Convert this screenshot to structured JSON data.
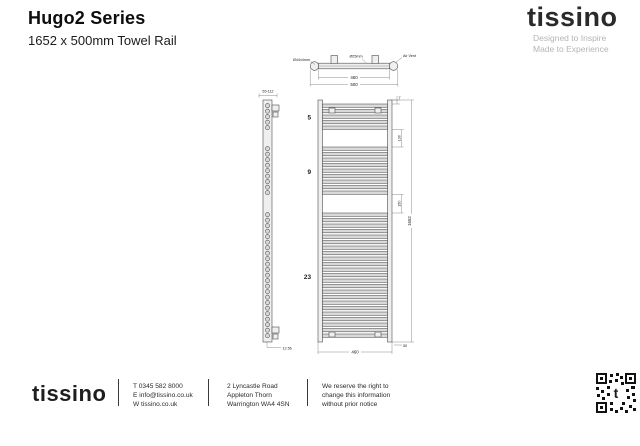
{
  "header": {
    "title": "Hugo2 Series",
    "subtitle": "1652 x 500mm Towel Rail"
  },
  "brand": {
    "logo": "tissino",
    "tagline_line1": "Designed to Inspire",
    "tagline_line2": "Made to Experience"
  },
  "drawing": {
    "tube_groups": [
      5,
      9,
      23
    ],
    "top_view": {
      "callout_left": "Ø44x4mm",
      "callout_center": "Ø25mm",
      "callout_right": "Air Vent",
      "dim_inner_width": "460",
      "dim_overall_width": "500"
    },
    "front_view": {
      "tube_count_top": "5",
      "tube_count_middle": "9",
      "tube_count_bottom": "23",
      "dim_top_offset": "7",
      "dim_gap_upper": "130",
      "dim_gap_lower": "150",
      "dim_overall_height": "1652",
      "dim_bottom_width": "460",
      "dim_bracket_offset": "50"
    },
    "side_view": {
      "dim_wall_distance": "55-112",
      "dim_bottom_detail": "12.56"
    }
  },
  "footer": {
    "logo": "tissino",
    "contact": {
      "phone": "T 0345 582 8000",
      "email": "E info@tissino.co.uk",
      "web": "W tissino.co.uk"
    },
    "address": {
      "line1": "2 Lyncastle Road",
      "line2": "Appleton Thorn",
      "line3": "Warrington WA4 4SN"
    },
    "notice": {
      "line1": "We reserve the right to",
      "line2": "change this information",
      "line3": "without prior notice"
    }
  }
}
